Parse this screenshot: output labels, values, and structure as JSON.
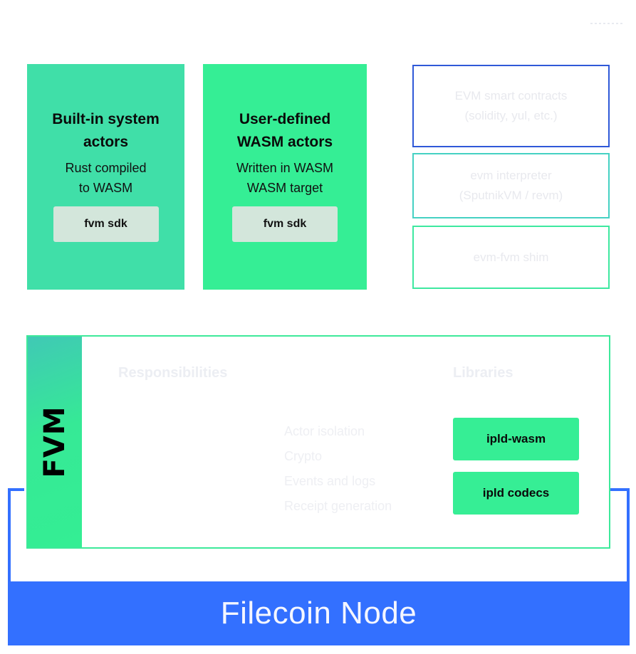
{
  "top_brackets": {
    "left": {
      "style": "solid"
    },
    "right": {
      "style": "solid-then-dotted"
    }
  },
  "actors": [
    {
      "title_line1": "Built-in system",
      "title_line2": "actors",
      "sub_line1": "Rust compiled",
      "sub_line2": "to WASM",
      "sdk": "fvm sdk",
      "color": "#40dfa8"
    },
    {
      "title_line1": "User-defined",
      "title_line2": "WASM actors",
      "sub_line1": "Written in WASM",
      "sub_line2": "WASM target",
      "sdk": "fvm sdk",
      "color": "#35ee95"
    }
  ],
  "evm_stack": [
    {
      "line1": "EVM smart  contracts",
      "line2": "(solidity,  yul, etc.)",
      "border_color": "#2f59d8"
    },
    {
      "line1": "evm interpreter",
      "line2": "(SputnikVM / revm)",
      "border_color": "#45d1c3"
    },
    {
      "line1": "evm-fvm shim",
      "line2": "",
      "border_color": "#3ee8a0"
    }
  ],
  "fvm": {
    "label": "FVM",
    "responsibilities_heading": "Responsibilities",
    "responsibilities": [
      "Actor isolation",
      "Crypto",
      "Events and logs",
      "Receipt generation"
    ],
    "libraries_heading": "Libraries",
    "libraries": [
      "ipld-wasm",
      "ipld codecs"
    ]
  },
  "node": {
    "label": "Filecoin Node",
    "color": "#3370ff"
  }
}
